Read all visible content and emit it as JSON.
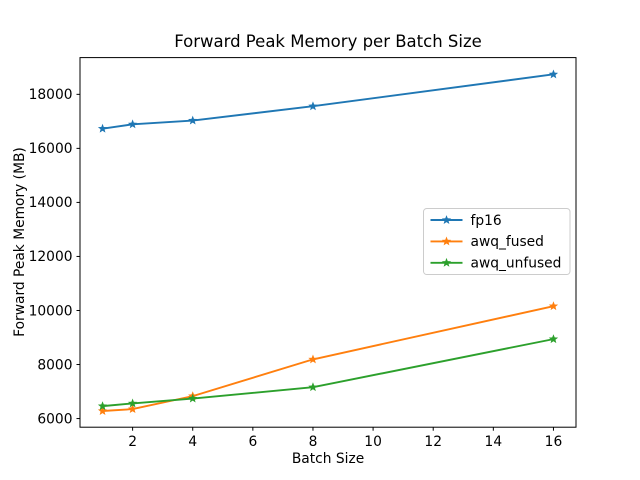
{
  "chart_data": {
    "type": "line",
    "title": "Forward Peak Memory per Batch Size",
    "xlabel": "Batch Size",
    "ylabel": "Forward Peak Memory (MB)",
    "x": [
      1,
      2,
      4,
      8,
      16
    ],
    "series": [
      {
        "name": "fp16",
        "color": "#1f77b4",
        "marker": "star",
        "values": [
          16730,
          16890,
          17030,
          17560,
          18740
        ]
      },
      {
        "name": "awq_fused",
        "color": "#ff7f0e",
        "marker": "star",
        "values": [
          6280,
          6350,
          6830,
          8190,
          10160
        ]
      },
      {
        "name": "awq_unfused",
        "color": "#2ca02c",
        "marker": "star",
        "values": [
          6460,
          6560,
          6740,
          7160,
          8940
        ]
      }
    ],
    "xticks": [
      2,
      4,
      6,
      8,
      10,
      12,
      14,
      16
    ],
    "yticks": [
      6000,
      8000,
      10000,
      12000,
      14000,
      16000,
      18000
    ],
    "xlim": [
      0.25,
      16.75
    ],
    "ylim": [
      5680,
      19360
    ],
    "grid": false,
    "legend_position": "center right",
    "background_color": "#ffffff",
    "axis_color": "#000000",
    "legend_border_color": "#cccccc"
  }
}
